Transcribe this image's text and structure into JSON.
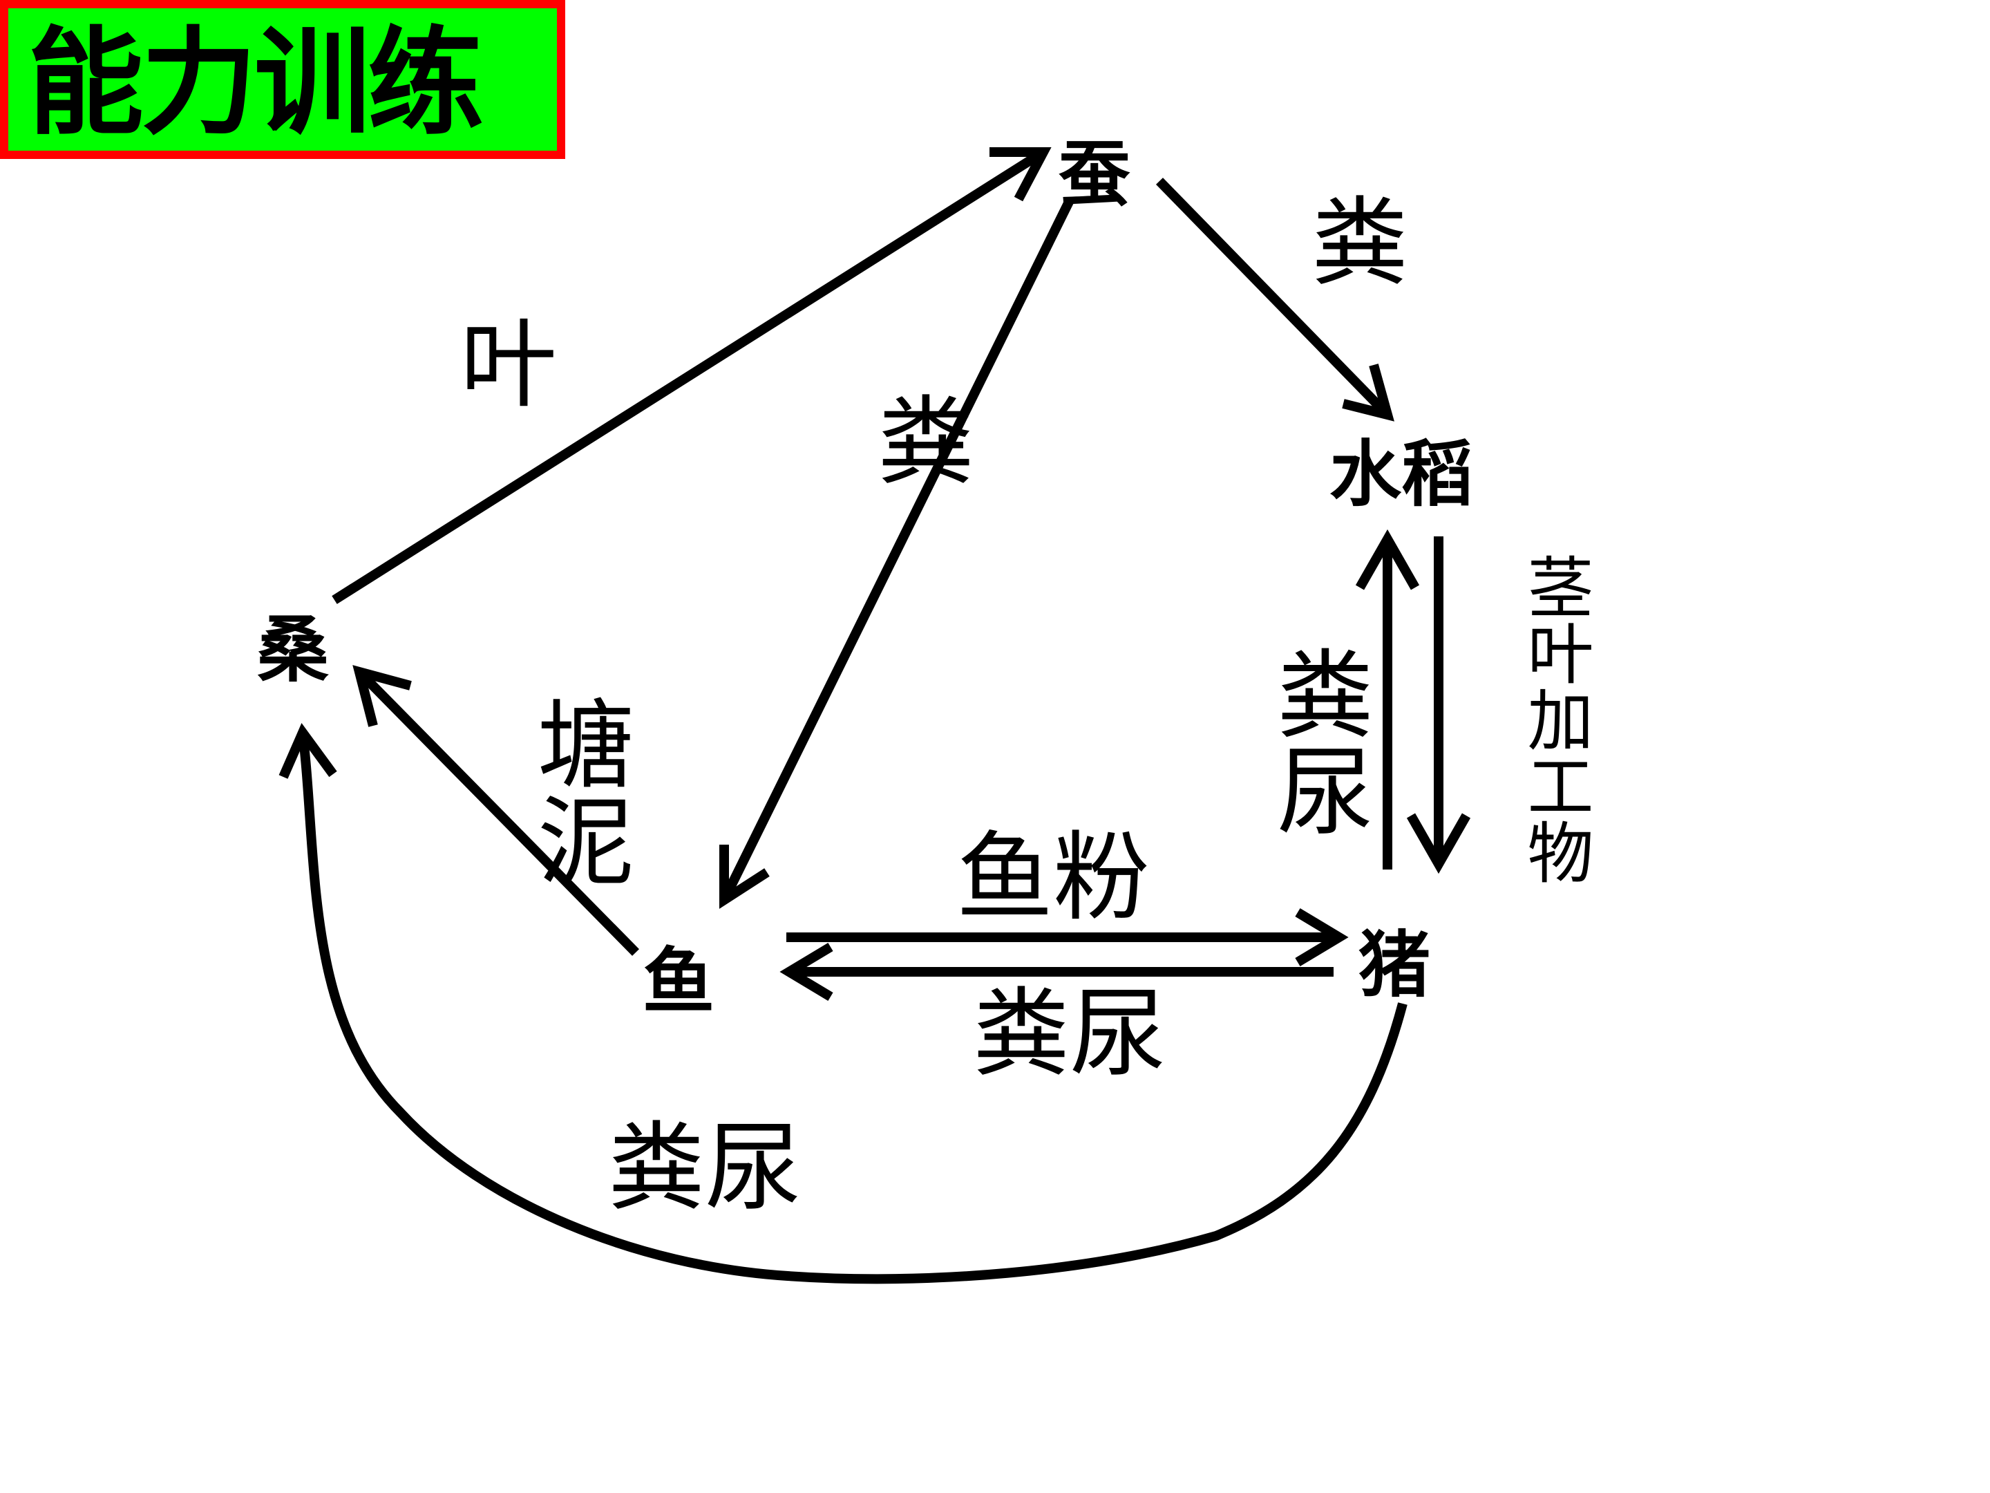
{
  "title": "能力训练",
  "colors": {
    "title_bg": "#00ff00",
    "title_border": "#ff0000",
    "ink": "#000000"
  },
  "nodes": {
    "silkworm": "蚕",
    "rice": "水稻",
    "mulberry": "桑",
    "fish": "鱼",
    "pig": "猪"
  },
  "edges": {
    "mulberry_to_silkworm": "叶",
    "silkworm_to_fish": "粪",
    "silkworm_to_rice": "粪",
    "fish_to_mulberry": "塘泥",
    "pig_to_rice": "粪尿",
    "rice_to_pig": "茎叶加工物",
    "fish_to_pig": "鱼粉",
    "pig_to_fish": "粪尿",
    "pig_to_mulberry": "粪尿"
  }
}
